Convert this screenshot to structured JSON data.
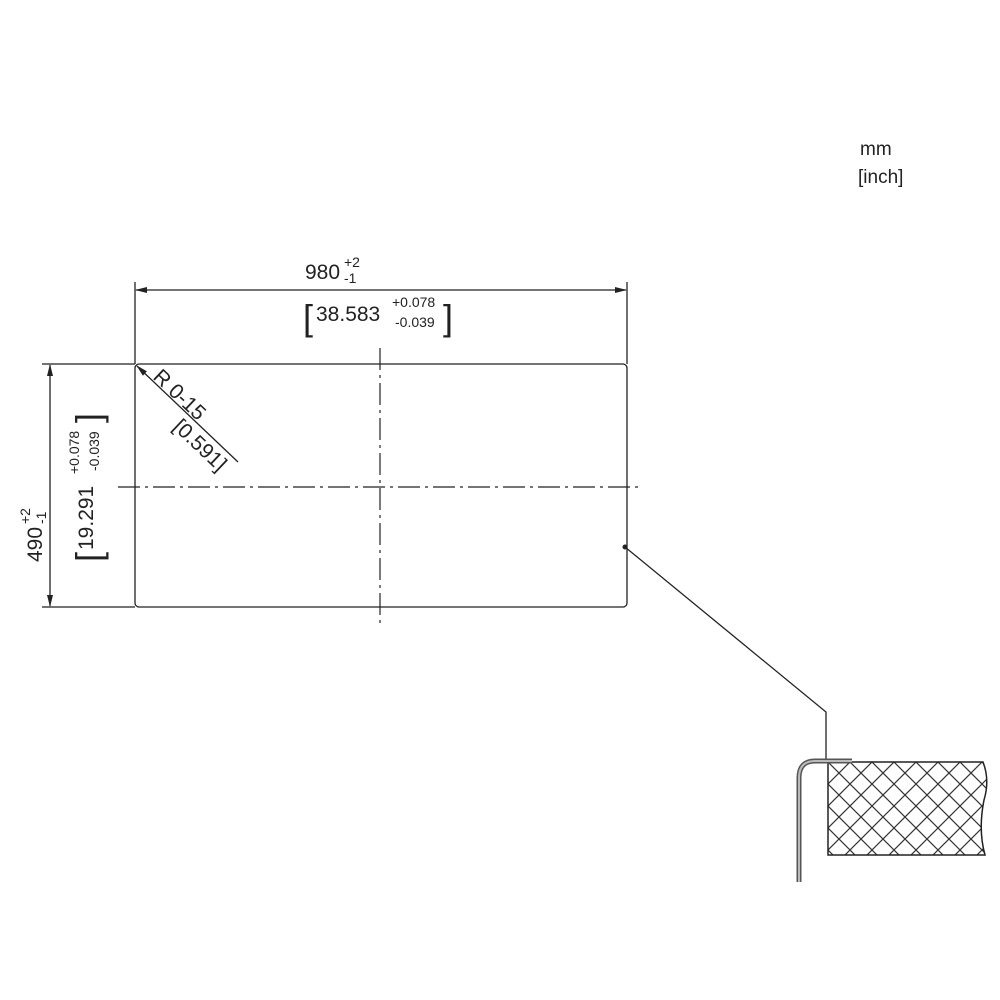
{
  "units": {
    "primary": "mm",
    "secondary": "[inch]"
  },
  "width_dimension": {
    "value": "980",
    "tol_plus": "+2",
    "tol_minus": "-1",
    "inch_value": "38.583",
    "inch_tol_plus": "+0.078",
    "inch_tol_minus": "-0.039"
  },
  "height_dimension": {
    "value": "490",
    "tol_plus": "+2",
    "tol_minus": "-1",
    "inch_value": "19.291",
    "inch_tol_plus": "+0.078",
    "inch_tol_minus": "-0.039"
  },
  "corner_radius": {
    "value": "R 0-15",
    "inch_value": "[0.591]"
  },
  "colors": {
    "line": "#222222",
    "flange": "#777777",
    "background": "#ffffff"
  }
}
